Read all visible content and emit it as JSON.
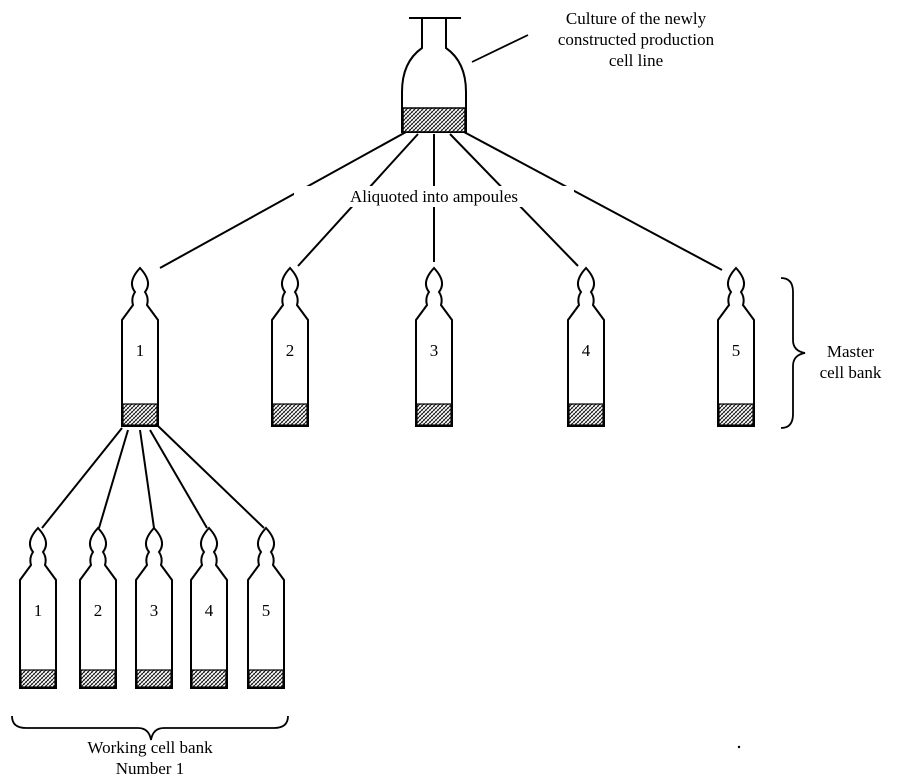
{
  "culture_label": "Culture of the newly\nconstructed production\ncell line",
  "aliquot_label": "Aliquoted into ampoules",
  "master_bank_label": "Master\ncell bank",
  "working_bank_label": "Working cell bank\nNumber 1",
  "master_ampoules": [
    "1",
    "2",
    "3",
    "4",
    "5"
  ],
  "working_ampoules": [
    "1",
    "2",
    "3",
    "4",
    "5"
  ]
}
